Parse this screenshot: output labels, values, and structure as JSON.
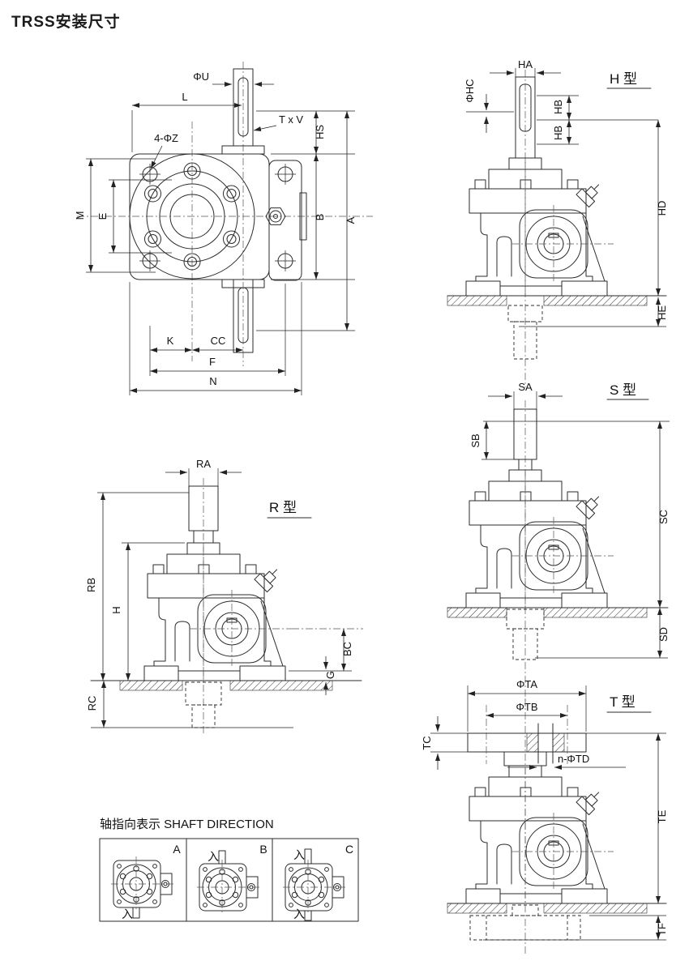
{
  "page": {
    "title": "TRSS安装尺寸"
  },
  "colors": {
    "line": "#2b2b2b",
    "text": "#111111",
    "background": "#ffffff"
  },
  "front_view": {
    "dims": {
      "phi_u": "ΦU",
      "l": "L",
      "t_x_v": "T x V",
      "hs": "HS",
      "four_phi_z": "4-ΦZ",
      "m": "M",
      "e": "E",
      "b": "B",
      "a": "A",
      "k": "K",
      "cc": "CC",
      "f": "F",
      "n": "N"
    }
  },
  "h_type": {
    "title": "H 型",
    "dims": {
      "ha": "HA",
      "phi_hc": "ΦHC",
      "hb_upper": "HB",
      "hb_lower": "HB",
      "hd": "HD",
      "he": "HE"
    }
  },
  "s_type": {
    "title": "S 型",
    "dims": {
      "sa": "SA",
      "sb": "SB",
      "sc": "SC",
      "sd": "SD"
    }
  },
  "r_type": {
    "title": "R 型",
    "dims": {
      "ra": "RA",
      "rb": "RB",
      "h": "H",
      "bc": "BC",
      "g": "G",
      "rc": "RC"
    }
  },
  "t_type": {
    "title": "T 型",
    "dims": {
      "phi_ta": "ΦTA",
      "phi_tb": "ΦTB",
      "tc": "TC",
      "n_phi_td": "n-ΦTD",
      "te": "TE",
      "tf": "TF"
    }
  },
  "shaft_direction": {
    "heading": "轴指向表示 SHAFT DIRECTION",
    "entry_symbol": "入",
    "cells": [
      {
        "label": "A",
        "shafts": [
          "bottom"
        ]
      },
      {
        "label": "B",
        "shafts": [
          "top"
        ]
      },
      {
        "label": "C",
        "shafts": [
          "top",
          "bottom"
        ]
      }
    ]
  }
}
